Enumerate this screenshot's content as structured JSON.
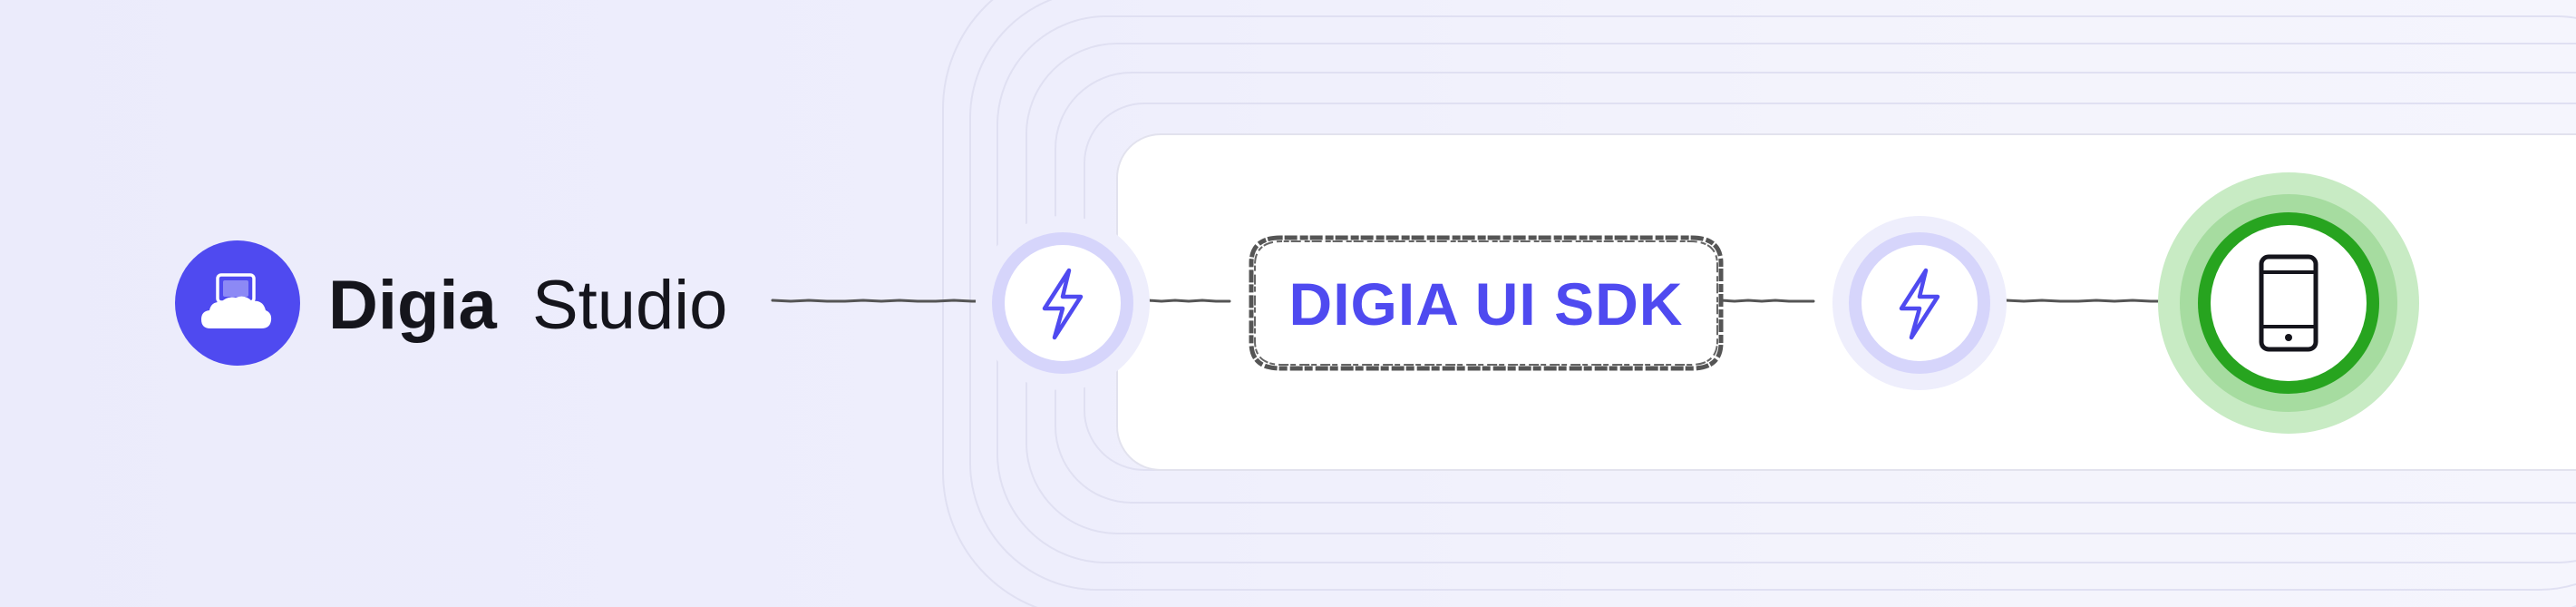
{
  "brand": {
    "name_bold": "Digia",
    "name_regular": "Studio",
    "logo_icon": "cloud-window-icon",
    "logo_color": "#4f4af0"
  },
  "nodes": {
    "first_connector_icon": "lightning-bolt-icon",
    "sdk_label": "DIGIA UI SDK",
    "second_connector_icon": "lightning-bolt-icon",
    "device_icon": "smartphone-icon"
  },
  "colors": {
    "accent": "#4f4af0",
    "bolt_ring": "#d6d5fb",
    "bolt_halo": "#eeeefc",
    "device_ring": "#27a41f",
    "device_halo_inner": "#a6dca0",
    "device_halo_outer": "#c8ebc4",
    "connector_line": "#555555"
  }
}
